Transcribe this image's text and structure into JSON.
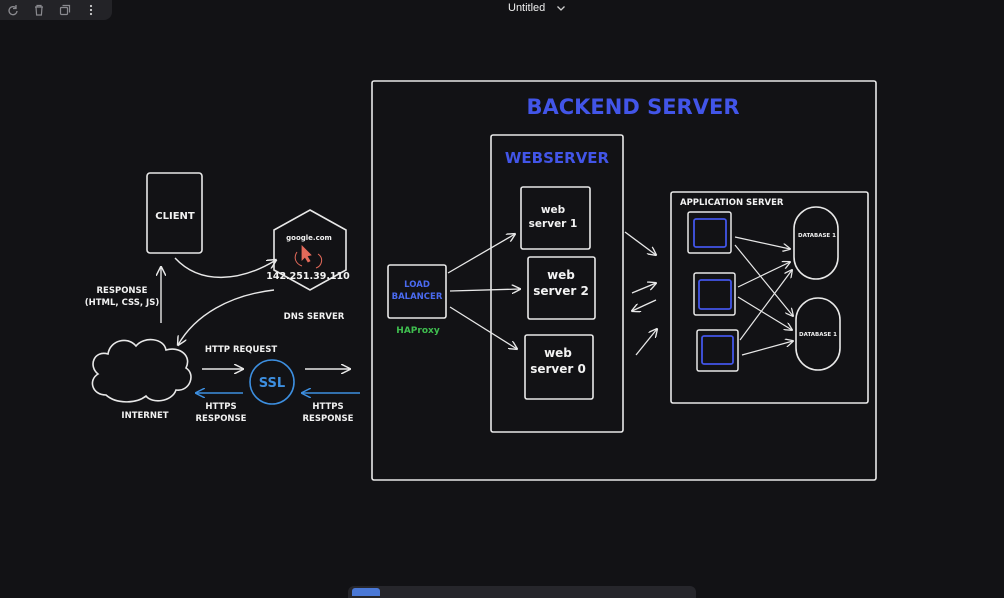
{
  "window": {
    "title": "Untitled"
  },
  "toolbar": {
    "undo_icon": "redo-icon",
    "delete_icon": "trash-icon",
    "duplicate_icon": "copy-icon",
    "more_icon": "kebab-menu-icon"
  },
  "diagram": {
    "client_label": "CLIENT",
    "dns": {
      "domain": "google.com",
      "ip": "142.251.39.110",
      "label": "DNS SERVER"
    },
    "response_label_line1": "RESPONSE",
    "response_label_line2": "(HTML, CSS, JS)",
    "internet_label": "INTERNET",
    "http_request_label": "HTTP REQUEST",
    "ssl_label": "SSL",
    "https_response_left_line1": "HTTPS",
    "https_response_left_line2": "RESPONSE",
    "https_response_right_line1": "HTTPS",
    "https_response_right_line2": "RESPONSE",
    "backend_title": "BACKEND SERVER",
    "load_balancer_line1": "LOAD",
    "load_balancer_line2": "BALANCER",
    "haproxy_label": "HAProxy",
    "webserver_title": "WEBSERVER",
    "web_servers": [
      {
        "line1": "web",
        "line2": "server 1"
      },
      {
        "line1": "web",
        "line2": "server 2"
      },
      {
        "line1": "web",
        "line2": "server 0"
      }
    ],
    "app_server_title": "APPLICATION SERVER",
    "databases": [
      "DATABASE 1",
      "DATABASE 1"
    ],
    "colors": {
      "accent_blue": "#4255e8",
      "ssl_blue": "#3d8fe0",
      "haproxy_green": "#3fbf4f",
      "stroke": "#e8e8e8"
    }
  }
}
